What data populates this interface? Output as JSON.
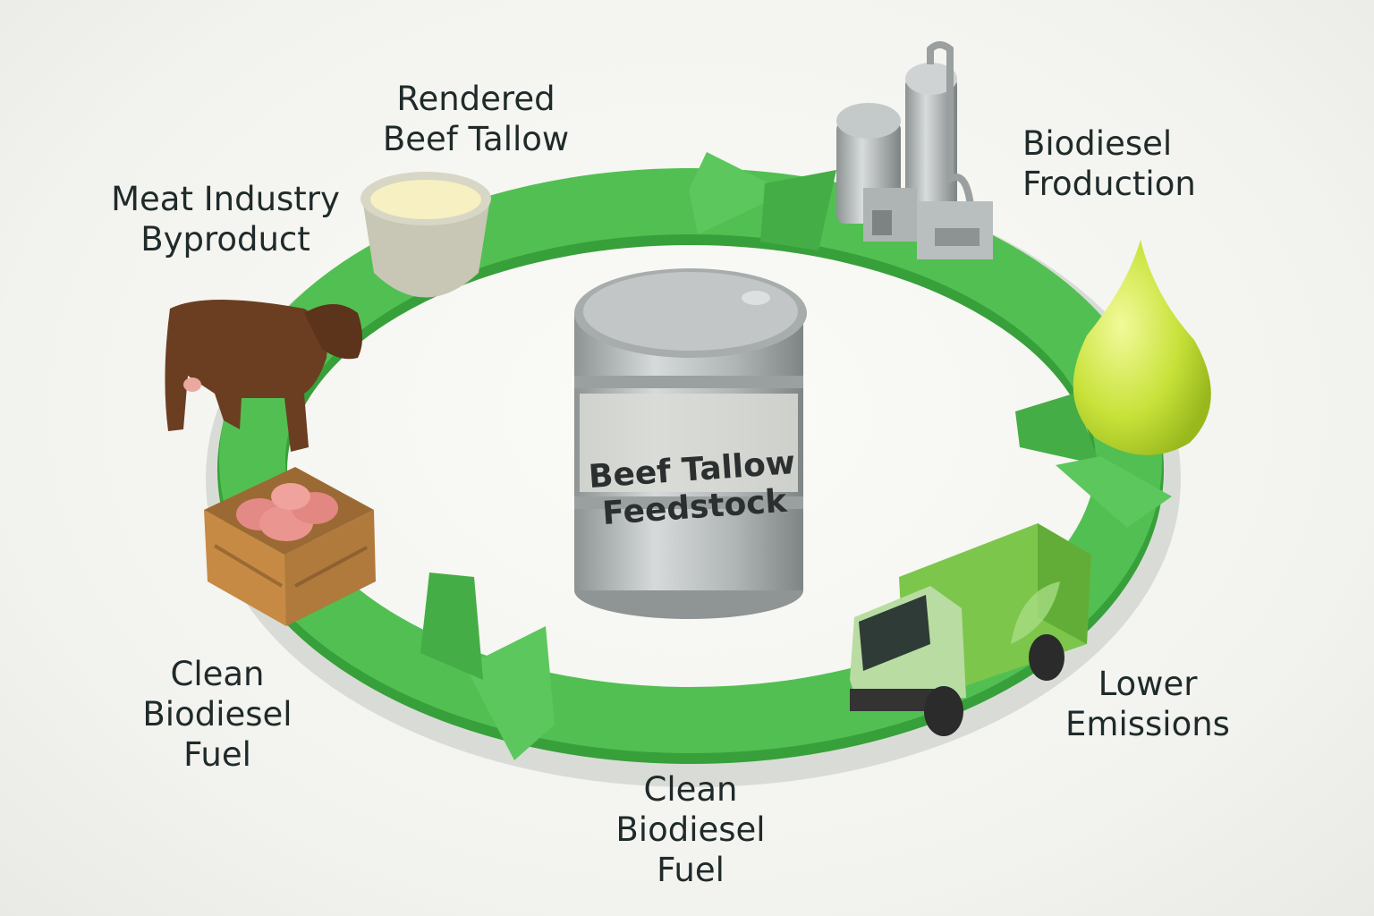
{
  "labels": {
    "rendered_tallow": [
      "Rendered",
      "Beef Tallow"
    ],
    "meat_byproduct": [
      "Meat Industry",
      "Byproduct"
    ],
    "biodiesel_production": [
      "Biodiesel",
      "Froduction"
    ],
    "lower_emissions": [
      "Lower",
      "Emissions"
    ],
    "clean_fuel_bottom": [
      "Clean",
      "Biodiesel",
      "Fuel"
    ],
    "clean_fuel_left": [
      "Clean",
      "Biodiesel",
      "Fuel"
    ]
  },
  "barrel_label": [
    "Beef Tallow",
    "Feedstock"
  ],
  "colors": {
    "ring": "#4cbc4c",
    "ring_dark": "#37a03a",
    "drop": "#c8e23a",
    "truck": "#7cc64c",
    "barrel": "#b8bcbc"
  }
}
